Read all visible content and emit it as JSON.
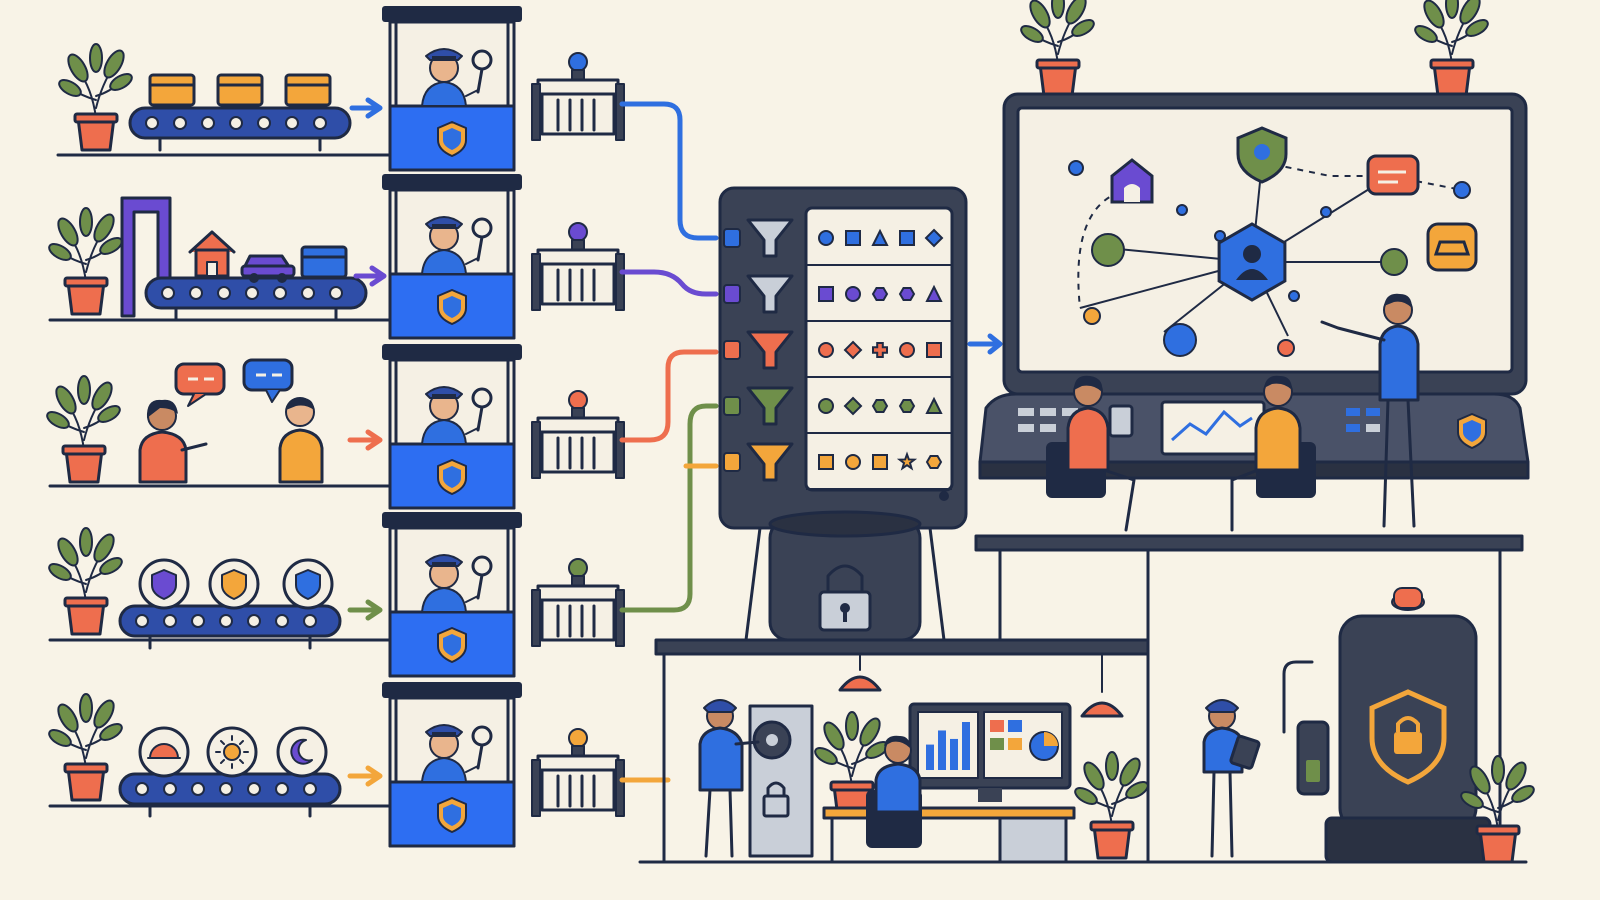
{
  "colors": {
    "background": "#f8f3e7",
    "ink": "#1f2a44",
    "guard_blue": "#2f6fe0",
    "booth_blue": "#2d6ef2",
    "purple": "#6a4bd1",
    "orange": "#ee6e4e",
    "green": "#6f8f4a",
    "amber": "#f3a63b",
    "dark_machine": "#3a4255",
    "screen": "#f5f0e4"
  },
  "lanes": [
    {
      "id": "cards",
      "flow_color": "#2f6fe0",
      "items": [
        "card-icon",
        "card-icon",
        "card-icon"
      ]
    },
    {
      "id": "assets",
      "flow_color": "#6a4bd1",
      "items": [
        "house-icon",
        "car-icon",
        "card-icon"
      ]
    },
    {
      "id": "conversations",
      "flow_color": "#ee6e4e",
      "items": [
        "speech-bubble-icon",
        "speech-bubble-icon"
      ]
    },
    {
      "id": "shields",
      "flow_color": "#6f8f4a",
      "items": [
        "shield-icon",
        "shield-icon",
        "shield-icon"
      ]
    },
    {
      "id": "time",
      "flow_color": "#f3a63b",
      "items": [
        "sunrise-icon",
        "sun-icon",
        "moon-icon"
      ]
    }
  ],
  "filter_rows": [
    {
      "funnel_color": "#c9cfd8",
      "shapes": [
        "circle",
        "square",
        "triangle",
        "square",
        "diamond"
      ],
      "shape_color": "#2f6fe0"
    },
    {
      "funnel_color": "#c9cfd8",
      "shapes": [
        "square",
        "circle",
        "hexagon",
        "hexagon",
        "triangle"
      ],
      "shape_color": "#6a4bd1"
    },
    {
      "funnel_color": "#ee6e4e",
      "shapes": [
        "circle",
        "diamond",
        "cross",
        "circle",
        "square"
      ],
      "shape_color": "#ee6e4e"
    },
    {
      "funnel_color": "#6f8f4a",
      "shapes": [
        "circle",
        "diamond",
        "hexagon",
        "hexagon",
        "triangle"
      ],
      "shape_color": "#6f8f4a"
    },
    {
      "funnel_color": "#f3a63b",
      "shapes": [
        "square",
        "circle",
        "square",
        "star",
        "hexagon"
      ],
      "shape_color": "#f3a63b"
    }
  ],
  "graph_nodes": [
    {
      "icon": "house-icon",
      "color": "#6a4bd1"
    },
    {
      "icon": "shield-icon",
      "color": "#6f8f4a"
    },
    {
      "icon": "message-icon",
      "color": "#ee6e4e"
    },
    {
      "icon": "user-icon",
      "color": "#2f6fe0"
    },
    {
      "icon": "car-icon",
      "color": "#f3a63b"
    }
  ],
  "chart_bars": [
    18,
    28,
    22,
    34
  ]
}
